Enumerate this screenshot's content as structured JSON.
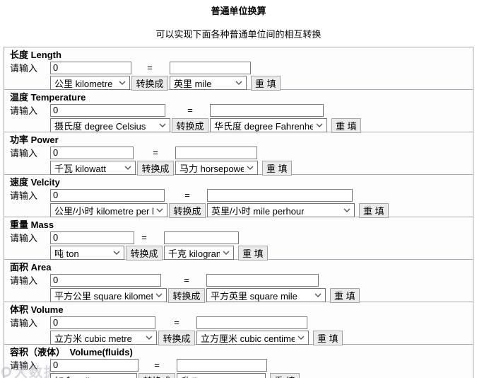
{
  "page": {
    "title": "普通单位换算",
    "subtitle": "可以实现下面各种普通单位间的相互转换"
  },
  "labels": {
    "input": "请输入",
    "equals": "=",
    "convert": "转换成",
    "reset": "重 填"
  },
  "watermark": {
    "text": "大数据"
  },
  "sections": [
    {
      "id": "length",
      "title": "长度 Length",
      "from_value": "0",
      "to_value": "",
      "from_unit": "公里 kilometre",
      "to_unit": "英里 mile"
    },
    {
      "id": "temperature",
      "title": "温度 Temperature",
      "from_value": "0",
      "to_value": "",
      "from_unit": "摄氏度 degree Celsius",
      "to_unit": "华氏度 degree Fahrenheit"
    },
    {
      "id": "power",
      "title": "功率 Power",
      "from_value": "0",
      "to_value": "",
      "from_unit": "千瓦 kilowatt",
      "to_unit": "马力 horsepower"
    },
    {
      "id": "velocity",
      "title": "速度 Velcity",
      "from_value": "0",
      "to_value": "",
      "from_unit": "公里/小时 kilometre per hour",
      "to_unit": "英里/小时 mile perhour"
    },
    {
      "id": "mass",
      "title": "重量 Mass",
      "from_value": "0",
      "to_value": "",
      "from_unit": "吨 ton",
      "to_unit": "千克 kilogram"
    },
    {
      "id": "area",
      "title": "面积 Area",
      "from_value": "0",
      "to_value": "",
      "from_unit": "平方公里 square kilometre",
      "to_unit": "平方英里 square mile"
    },
    {
      "id": "volume",
      "title": "体积 Volume",
      "from_value": "0",
      "to_value": "",
      "from_unit": "立方米 cubic metre",
      "to_unit": "立方厘米 cubic centimetre"
    },
    {
      "id": "volume_fluids",
      "title": "容积（液体）　Volume(fluids)",
      "from_value": "0",
      "to_value": "",
      "from_unit": "加仑 gallon",
      "to_unit": "升 litre"
    }
  ]
}
